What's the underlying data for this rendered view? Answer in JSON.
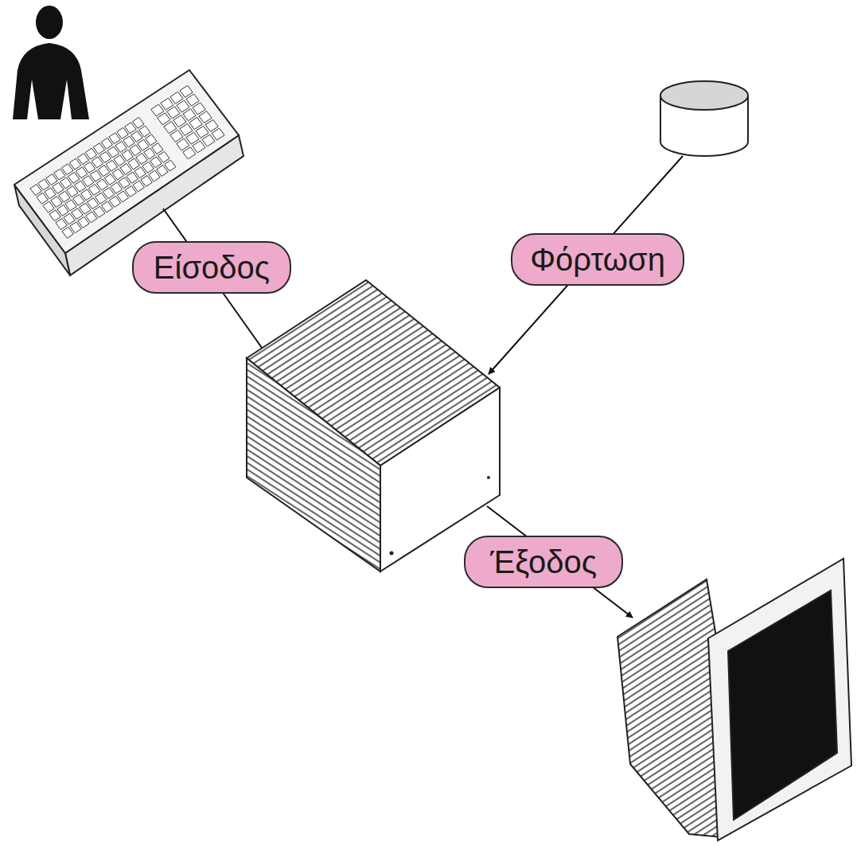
{
  "diagram": {
    "nodes": [
      {
        "text": [
          "Είσοδος"
        ]
      },
      {
        "text": [
          "Φόρτωση"
        ]
      },
      {
        "text": [
          "Έξοδος"
        ]
      }
    ]
  }
}
